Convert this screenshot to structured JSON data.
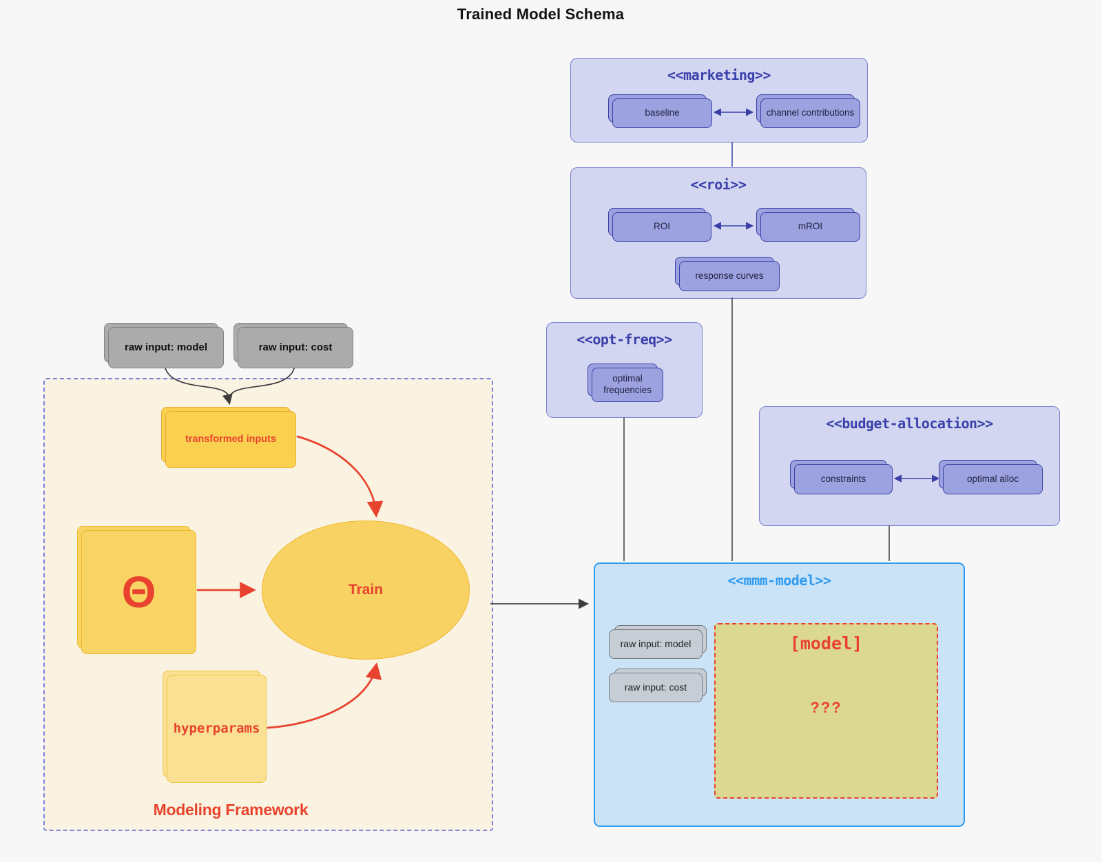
{
  "title": "Trained Model Schema",
  "marketing": {
    "title": "<<marketing>>",
    "baseline": "baseline",
    "channel": "channel contributions"
  },
  "roi": {
    "title": "<<roi>>",
    "roi": "ROI",
    "mroi": "mROI",
    "response": "response curves"
  },
  "opt_freq": {
    "title": "<<opt-freq>>",
    "optimal": "optimal frequencies"
  },
  "budget": {
    "title": "<<budget-allocation>>",
    "constraints": "constraints",
    "optimal_alloc": "optimal alloc"
  },
  "mmm": {
    "title": "<<mmm-model>>",
    "raw_model": "raw input: model",
    "raw_cost": "raw input: cost",
    "model_box": "[model]",
    "unknown": "???"
  },
  "framework": {
    "label": "Modeling Framework",
    "raw_model": "raw input: model",
    "raw_cost": "raw input: cost",
    "transformed": "transformed inputs",
    "theta": "Θ",
    "train": "Train",
    "hyperparams": "hyperparams"
  },
  "colors": {
    "background": "#f7f7f8",
    "lavender_container": "#d3d6f0",
    "purple_border": "#3a40a6",
    "purple_node": "#9ca1e0",
    "purple_title": "#3a41ab",
    "mmm_blue": "#2e9bf0",
    "mmm_fill": "#cbe3f6",
    "gray_node_dark": "#ababab",
    "gray_node_light": "#c6cdd5",
    "cream_fill": "#faf3e2",
    "framework_dash": "#7d82e0",
    "yellow_node": "#fad14f",
    "yellow_light": "#f9e092",
    "ellipse_fill": "#f8d263",
    "khaki_fill": "#ddd794",
    "red_accent": "#e8432e",
    "edge_dark": "#4b4b4b",
    "edge_purple": "#5d60ae"
  }
}
